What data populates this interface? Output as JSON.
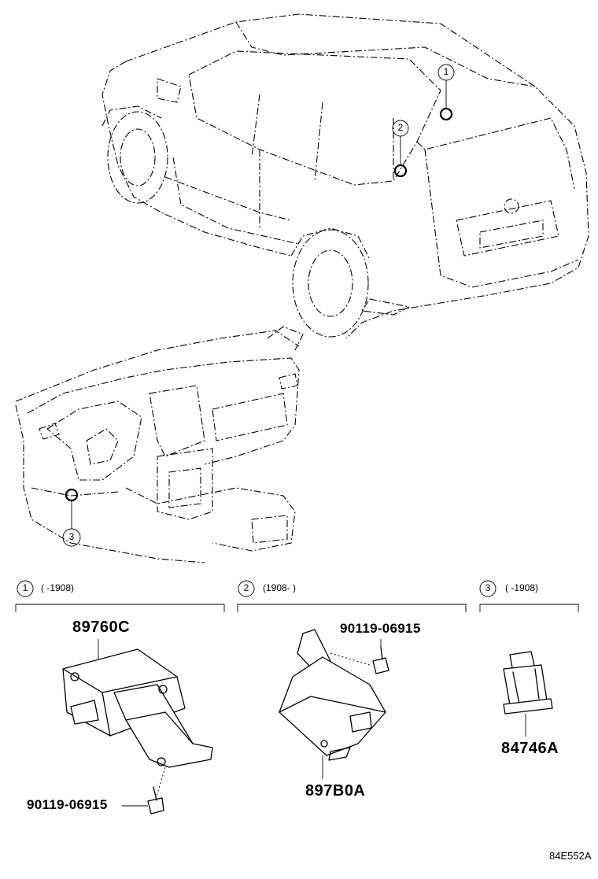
{
  "diagram": {
    "callouts": [
      {
        "number": "1"
      },
      {
        "number": "2"
      },
      {
        "number": "3"
      }
    ],
    "sections": [
      {
        "number": "1",
        "range": "(        -1908)"
      },
      {
        "number": "2",
        "range": "(1908-        )"
      },
      {
        "number": "3",
        "range": "(        -1908)"
      }
    ],
    "parts": {
      "p89760C": "89760C",
      "p897B0A": "897B0A",
      "p84746A": "84746A",
      "bolt_left": "90119-06915",
      "bolt_mid": "90119-06915"
    },
    "figure_id": "84E552A"
  }
}
